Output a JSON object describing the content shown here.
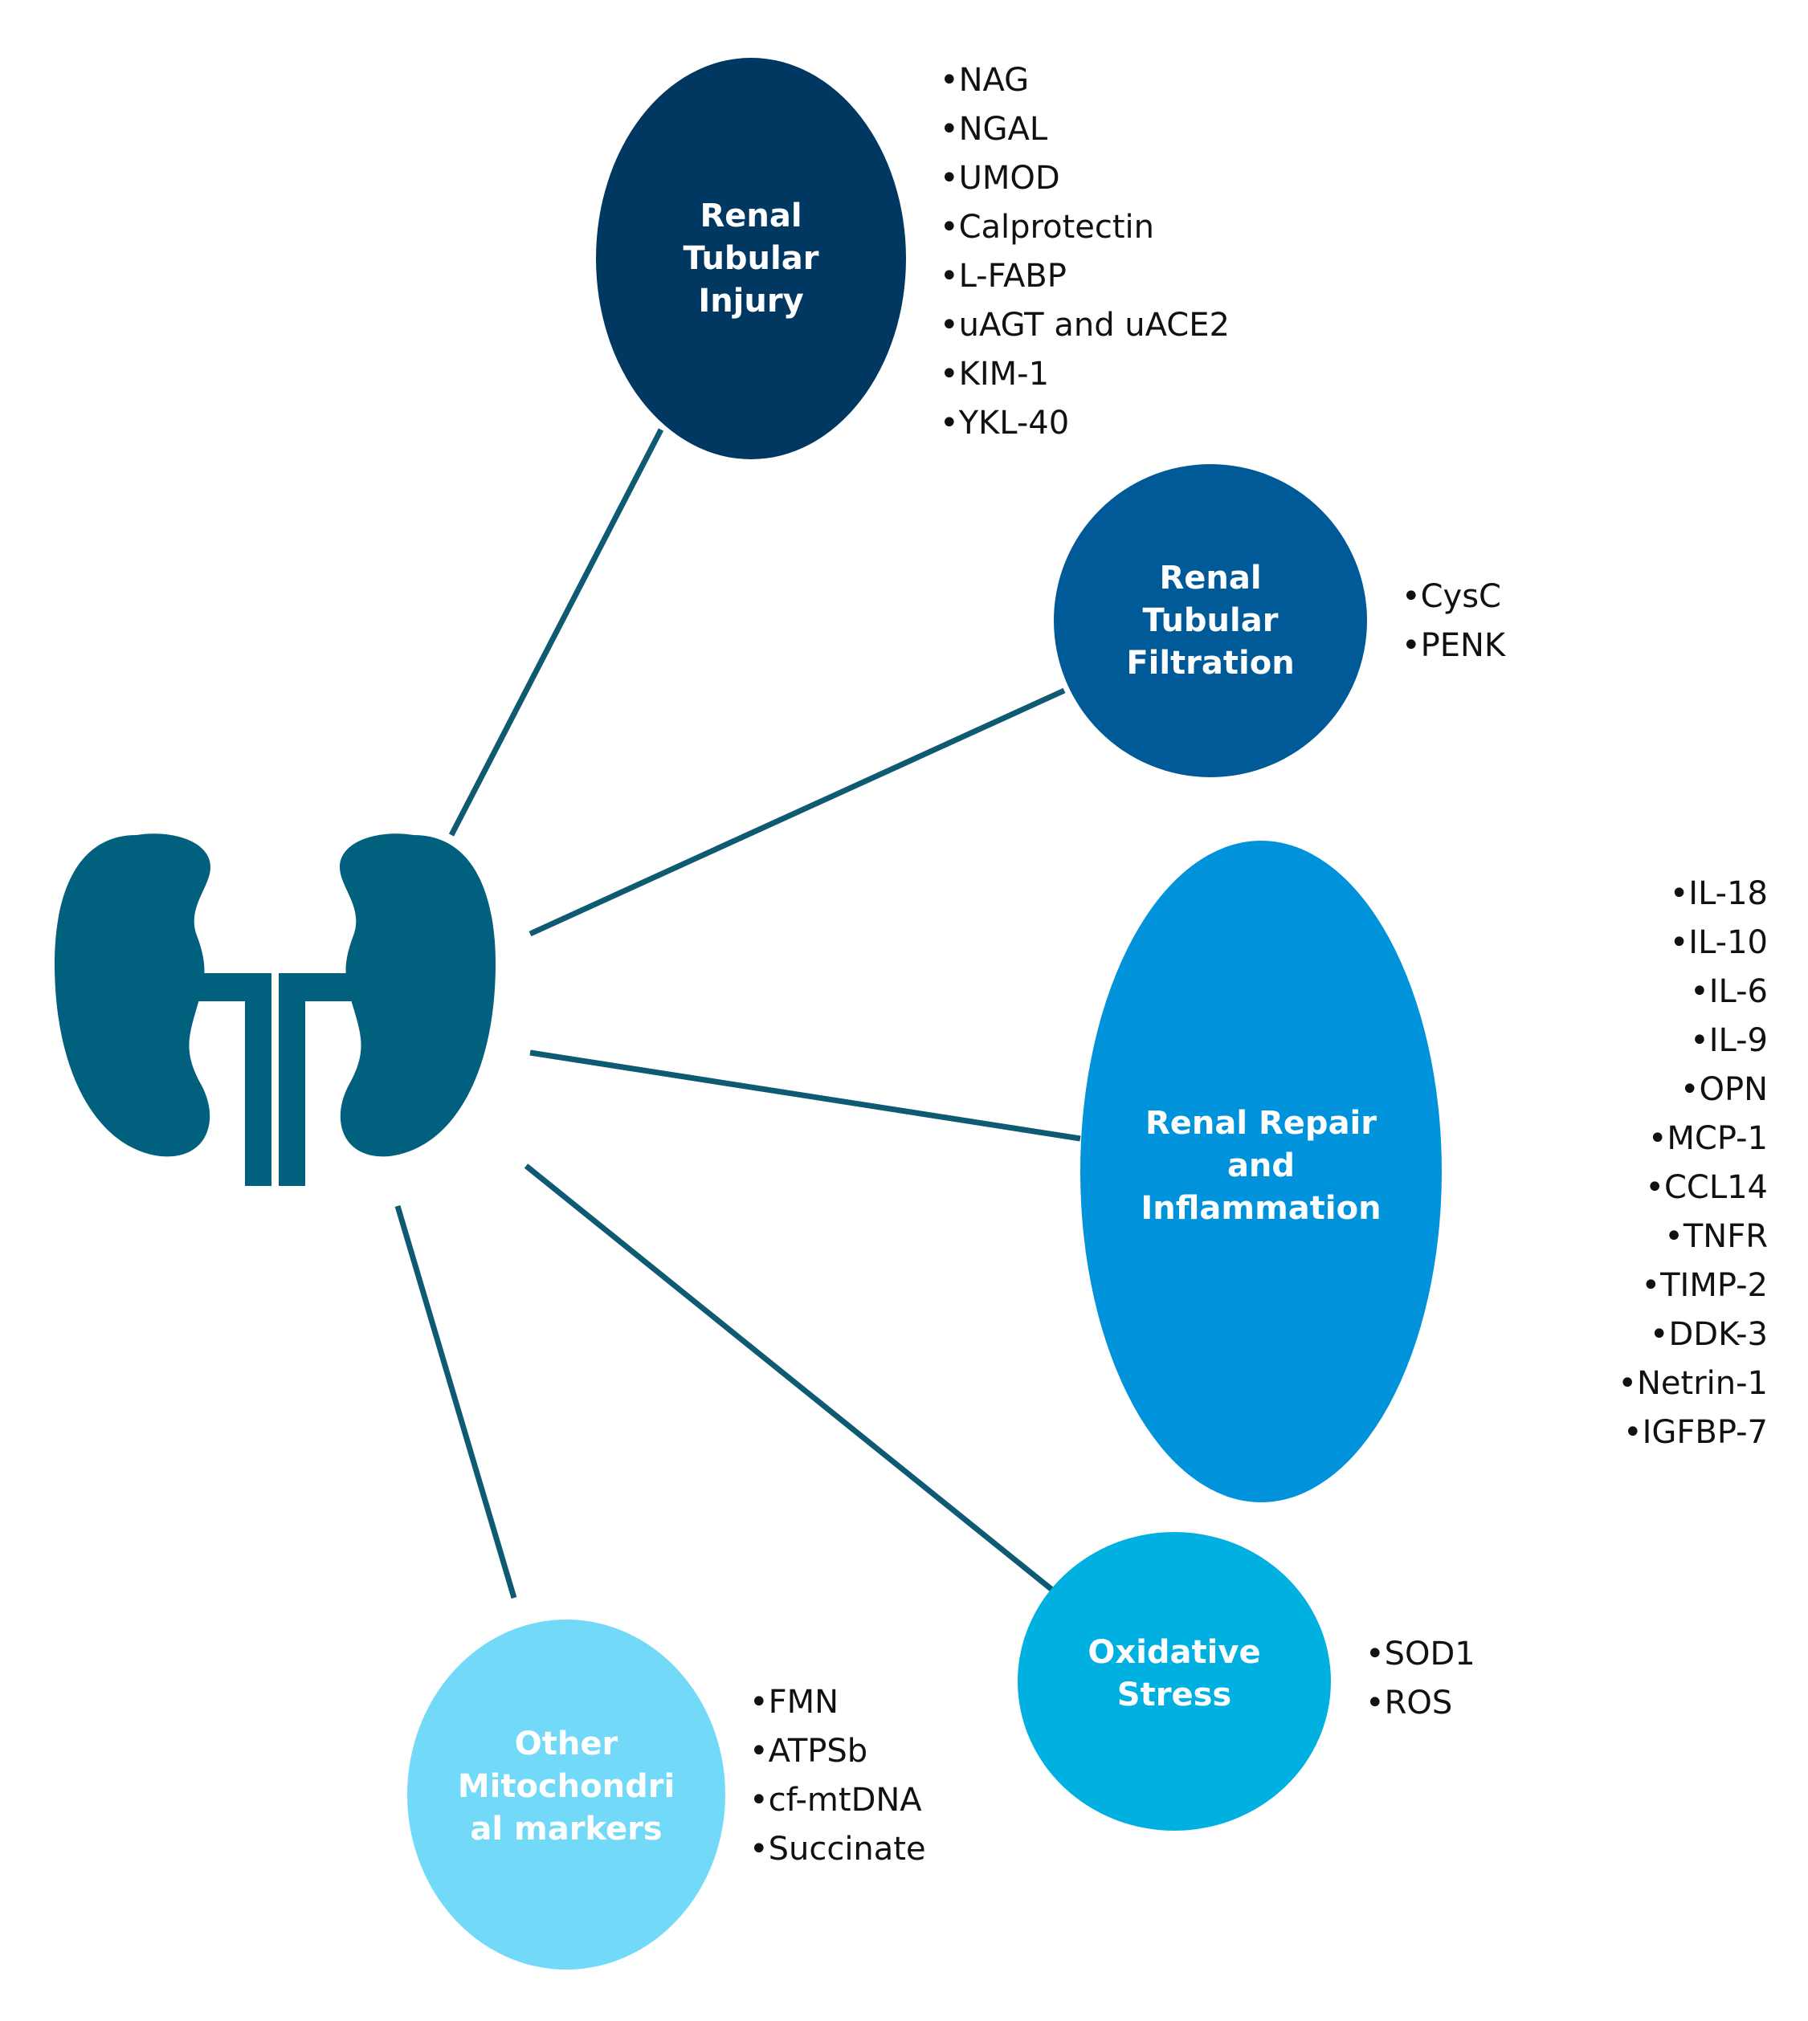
{
  "colors": {
    "connector": "#0e5a72",
    "kidney": "#00607e",
    "renal_tubular_injury": "#003861",
    "renal_tubular_filtration": "#005a98",
    "renal_repair_inflammation": "#0093dc",
    "oxidative_stress": "#00b0e1",
    "other_mitochondrial": "#72daf8",
    "label_text": "#ffffff",
    "marker_text": "#111111"
  },
  "icons": {
    "center": "kidneys-icon"
  },
  "categories": {
    "renal_tubular_injury": {
      "title_lines": [
        "Renal",
        "Tubular",
        "Injury"
      ],
      "markers": [
        "NAG",
        "NGAL",
        "UMOD",
        "Calprotectin",
        "L-FABP",
        "uAGT and uACE2",
        "KIM-1",
        "YKL-40"
      ]
    },
    "renal_tubular_filtration": {
      "title_lines": [
        "Renal",
        "Tubular",
        "Filtration"
      ],
      "markers": [
        "CysC",
        "PENK"
      ]
    },
    "renal_repair_inflammation": {
      "title_lines": [
        "Renal Repair",
        "and",
        "Inflammation"
      ],
      "markers": [
        "IL-18",
        "IL-10",
        "IL-6",
        "IL-9",
        "OPN",
        "MCP-1",
        "CCL14",
        "TNFR",
        "TIMP-2",
        "DDK-3",
        "Netrin-1",
        "IGFBP-7"
      ]
    },
    "oxidative_stress": {
      "title_lines": [
        "Oxidative",
        "Stress"
      ],
      "markers": [
        "SOD1",
        "ROS"
      ]
    },
    "other_mitochondrial": {
      "title_lines": [
        "Other",
        "Mitochondri",
        "al markers"
      ],
      "markers": [
        "FMN",
        "ATPSb",
        "cf-mtDNA",
        "Succinate"
      ]
    }
  }
}
